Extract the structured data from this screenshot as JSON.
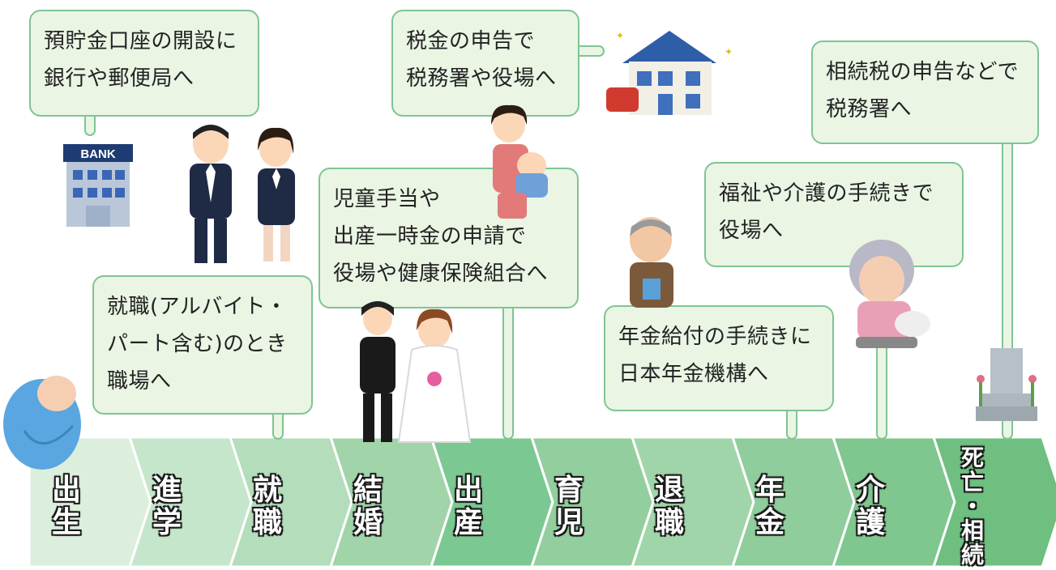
{
  "stages": [
    {
      "label": "出生"
    },
    {
      "label": "進学"
    },
    {
      "label": "就職"
    },
    {
      "label": "結婚"
    },
    {
      "label": "出産"
    },
    {
      "label": "育児"
    },
    {
      "label": "退職"
    },
    {
      "label": "年金"
    },
    {
      "label": "介護"
    },
    {
      "label": "死亡・相続"
    }
  ],
  "callouts": {
    "bank": [
      "預貯金口座の開設に",
      "銀行や郵便局へ"
    ],
    "tax": [
      "税金の申告で",
      "税務署や役場へ"
    ],
    "inherit": [
      "相続税の申告などで",
      "税務署へ"
    ],
    "child": [
      "児童手当や",
      "出産一時金の申請で",
      "役場や健康保険組合へ"
    ],
    "welfare": [
      "福祉や介護の手続きで",
      "役場へ"
    ],
    "job": [
      "就職(アルバイト・",
      "パート含む)のとき",
      "職場へ"
    ],
    "pension": [
      "年金給付の手続きに",
      "日本年金機構へ"
    ]
  },
  "bank_sign": "BANK",
  "colors": {
    "border": "#7fc493",
    "fill": "#eaf5e4",
    "chevrons": [
      "#dcefdc",
      "#c6e6cb",
      "#b4ddbb",
      "#a2d4aa",
      "#7bc893",
      "#93cf9e",
      "#a0d5a9",
      "#8fcd9c",
      "#80c68f",
      "#6ebf80"
    ]
  }
}
